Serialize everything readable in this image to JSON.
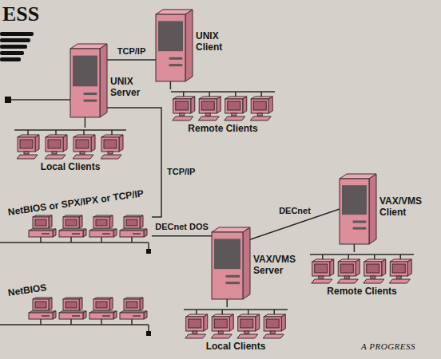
{
  "diagram": {
    "nodes": [
      {
        "text": [
          "UNIX Server"
        ]
      },
      {
        "text": [
          "UNIX Client"
        ]
      },
      {
        "text": [
          "Remote Clients"
        ]
      },
      {
        "text": [
          "Local Clients"
        ]
      },
      {
        "text": [
          "NetBIOS or SPX/IPX or TCP/IP"
        ]
      },
      {
        "text": [
          "VAX/VMS Client"
        ]
      },
      {
        "text": [
          "VAX/VMS Server"
        ]
      },
      {
        "text": [
          "NetBIOS"
        ]
      },
      {
        "text": [
          "Local Clients"
        ]
      },
      {
        "text": [
          "Remote Clients"
        ]
      }
    ],
    "edges": [
      {
        "from": 0,
        "to": 1,
        "label": "TCP/IP",
        "arrow": "none"
      },
      {
        "from": 1,
        "to": 2,
        "arrow": "none"
      },
      {
        "from": 0,
        "to": 3,
        "arrow": "none"
      },
      {
        "from": 0,
        "to": 4,
        "label": "TCP/IP",
        "arrow": "none"
      },
      {
        "from": 6,
        "to": 4,
        "label": "DECnet DOS",
        "arrow": "none"
      },
      {
        "from": 6,
        "to": 5,
        "label": "DECnet",
        "arrow": "none"
      },
      {
        "from": 5,
        "to": 9,
        "arrow": "none"
      },
      {
        "from": 6,
        "to": 8,
        "arrow": "none"
      }
    ],
    "labels": [
      "ESS",
      "A PROGRESS"
    ]
  }
}
